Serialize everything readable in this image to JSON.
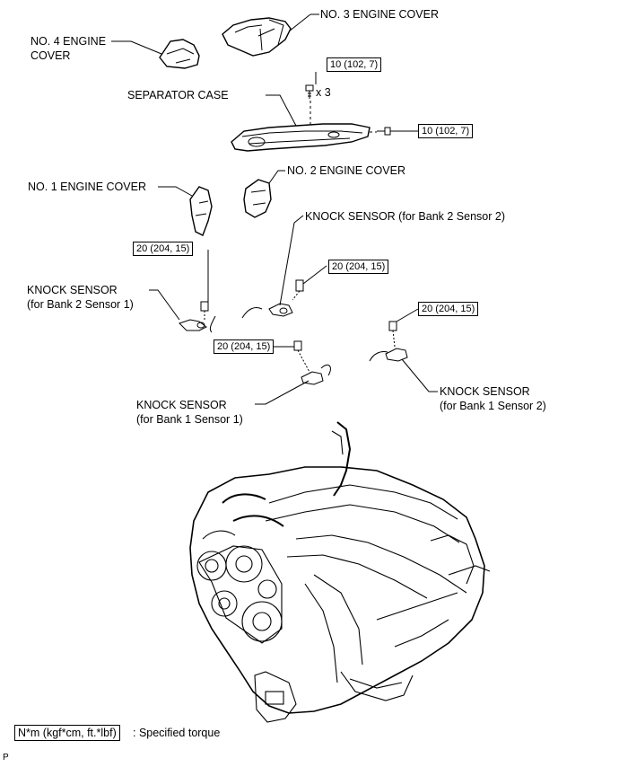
{
  "labels": {
    "no3_cover": "NO. 3 ENGINE COVER",
    "no4_cover_1": "NO. 4 ENGINE",
    "no4_cover_2": "COVER",
    "separator_case": "SEPARATOR CASE",
    "no2_cover": "NO. 2 ENGINE COVER",
    "no1_cover": "NO. 1 ENGINE COVER",
    "ks_b2s2": "KNOCK SENSOR (for Bank 2 Sensor 2)",
    "ks_b2s1_1": "KNOCK SENSOR",
    "ks_b2s1_2": "(for Bank 2 Sensor 1)",
    "ks_b1s1_1": "KNOCK SENSOR",
    "ks_b1s1_2": "(for Bank 1 Sensor 1)",
    "ks_b1s2_1": "KNOCK SENSOR",
    "ks_b1s2_2": "(for Bank 1 Sensor 2)",
    "qty": "x 3"
  },
  "torques": {
    "sep_top": "10 (102, 7)",
    "sep_side": "10 (102, 7)",
    "b2s1": "20 (204, 15)",
    "b2s2": "20 (204, 15)",
    "b1s2": "20 (204, 15)",
    "b1s1": "20 (204, 15)"
  },
  "legend": {
    "unit": "N*m (kgf*cm, ft.*lbf)",
    "text": ": Specified torque"
  },
  "corner_mark": "P"
}
